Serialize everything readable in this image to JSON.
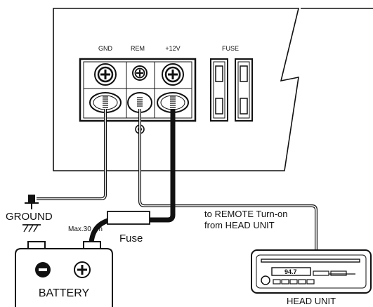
{
  "terminals": {
    "gnd": "GND",
    "rem": "REM",
    "pos12v": "+12V",
    "fuse": "FUSE"
  },
  "ground_label": "GROUND",
  "max_length": "Max.30 cm",
  "inline_fuse_label": "Fuse",
  "remote_note": {
    "line1": "to REMOTE Turn-on",
    "line2": "from HEAD UNIT"
  },
  "battery": {
    "label": "BATTERY",
    "negative_symbol": "minus-icon",
    "positive_symbol": "plus-icon"
  },
  "head_unit": {
    "label": "HEAD UNIT",
    "display_value": "94.7"
  },
  "colors": {
    "line": "#111111",
    "background": "#ffffff"
  }
}
